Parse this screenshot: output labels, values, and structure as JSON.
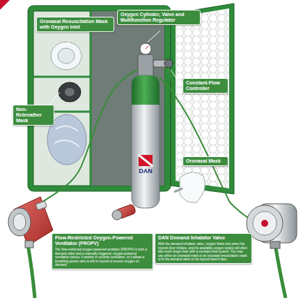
{
  "diagram": {
    "nodes": [
      {
        "text": [
          "Oronasal Resuscitation Mask with Oxygen Inlet"
        ]
      },
      {
        "text": [
          "Oxygen Cylinder, Valve and Multifunction Regulator"
        ]
      },
      {
        "text": [
          "Non-Rebreather Mask"
        ]
      },
      {
        "text": [
          "Constant-Flow Controller"
        ]
      },
      {
        "text": [
          "Oronasal Mask"
        ]
      },
      {
        "text": [
          "Flow-Restricted Oxygen-Powered Ventilator (FROPV)",
          "The flow-restricted oxygen-powered ventilator (FROPV) is both a demand valve and a manually triggered, oxygen-powered ventilation device. It assists or controls ventilation, or it allows a breathing person who is still or injured to receive oxygen on demand."
        ]
      },
      {
        "text": [
          "DAN Demand Inhalator Valve",
          "With the demand inhalator valve, oxygen flows only when the injured diver inhales, and the available oxygen supply will often last much longer than with a constant-flow system. You may use either an oronasal mask or an oronasal resuscitation mask to fit the demand valve to the injured diver's face."
        ]
      }
    ],
    "labels": [
      "DAN"
    ]
  }
}
